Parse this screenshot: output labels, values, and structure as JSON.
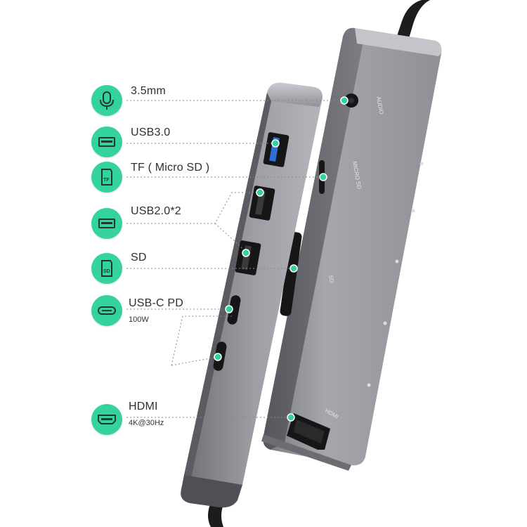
{
  "callouts": [
    {
      "id": "audio",
      "label": "3.5mm",
      "sub": "",
      "icon": "microphone-icon"
    },
    {
      "id": "usb30",
      "label": "USB3.0",
      "sub": "",
      "icon": "usb-port-icon"
    },
    {
      "id": "tf",
      "label": "TF ( Micro SD )",
      "sub": "",
      "icon": "tf-card-icon"
    },
    {
      "id": "usb20",
      "label": "USB2.0*2",
      "sub": "",
      "icon": "usb-port-icon"
    },
    {
      "id": "sd",
      "label": "SD",
      "sub": "",
      "icon": "sd-card-icon"
    },
    {
      "id": "usbc",
      "label": "USB-C PD",
      "sub": "100W",
      "icon": "usb-c-port-icon"
    },
    {
      "id": "hdmi",
      "label": "HDMI",
      "sub": "4K@30Hz",
      "icon": "hdmi-port-icon"
    }
  ],
  "device_markings": {
    "audio": "AUDIO",
    "micro_sd": "MICRO SD",
    "sd": "SD",
    "hdmi": "HDMI"
  },
  "colors": {
    "accent_green": "#34d39e",
    "hub_body": "#9a9ca2",
    "hub_dark": "#5e6066",
    "port_black": "#161616",
    "usb30_blue": "#2f6fd6",
    "cable": "#1c1c1e",
    "background": "#ffffff"
  }
}
